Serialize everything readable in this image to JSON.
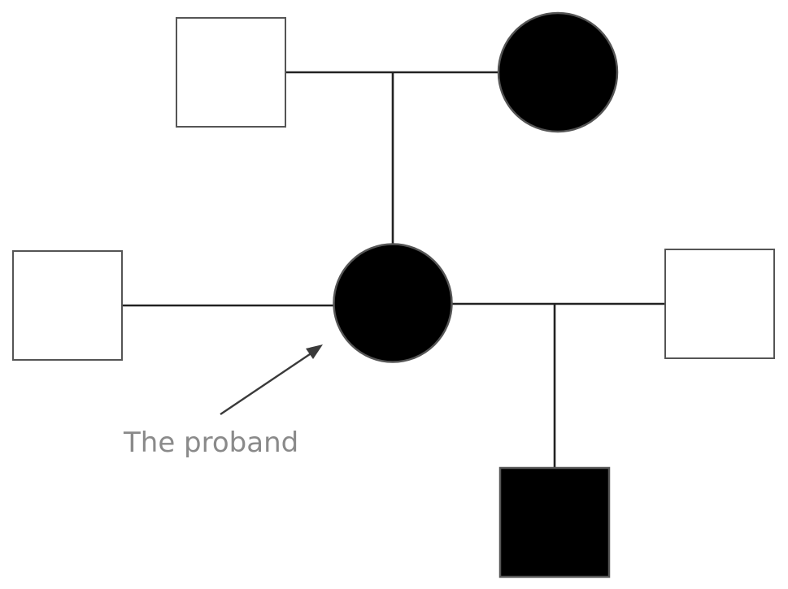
{
  "proband_label": "The proband",
  "colors": {
    "affected": "#000000",
    "unaffected": "#ffffff",
    "lines": "#222222",
    "annotation_text": "#8a8a8a"
  },
  "individuals": [
    {
      "id": "grandfather",
      "sex": "male",
      "affected": false
    },
    {
      "id": "grandmother",
      "sex": "female",
      "affected": true
    },
    {
      "id": "proband",
      "sex": "female",
      "affected": true,
      "proband": true
    },
    {
      "id": "first-partner",
      "sex": "male",
      "affected": false
    },
    {
      "id": "second-partner",
      "sex": "male",
      "affected": false
    },
    {
      "id": "son",
      "sex": "male",
      "affected": true
    }
  ],
  "relationships": [
    {
      "type": "mating",
      "between": [
        "grandfather",
        "grandmother"
      ]
    },
    {
      "type": "parent-child",
      "parents": [
        "grandfather",
        "grandmother"
      ],
      "child": "proband"
    },
    {
      "type": "mating",
      "between": [
        "first-partner",
        "proband"
      ]
    },
    {
      "type": "mating",
      "between": [
        "proband",
        "second-partner"
      ]
    },
    {
      "type": "parent-child",
      "parents": [
        "proband",
        "second-partner"
      ],
      "child": "son"
    }
  ]
}
